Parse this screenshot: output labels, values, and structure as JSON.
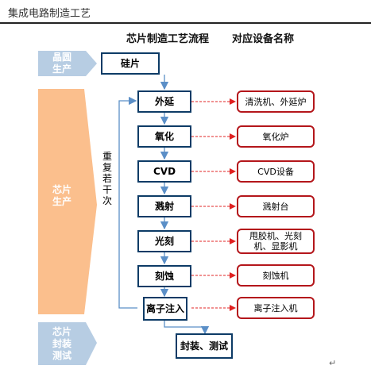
{
  "document": {
    "title": "集成电路制造工艺",
    "end_mark": "↵"
  },
  "headers": {
    "process": "芯片制造工艺流程",
    "equipment": "对应设备名称"
  },
  "stages": [
    {
      "id": "wafer",
      "lines": [
        "晶圆",
        "生产"
      ]
    },
    {
      "id": "chip",
      "lines": [
        "芯片",
        "生产"
      ]
    },
    {
      "id": "package",
      "lines": [
        "芯片",
        "封装",
        "测试"
      ]
    }
  ],
  "process_steps": [
    {
      "id": "silicon",
      "label": "硅片"
    },
    {
      "id": "epitaxy",
      "label": "外延",
      "equipment": "清洗机、外延炉"
    },
    {
      "id": "oxidation",
      "label": "氧化",
      "equipment": "氧化炉"
    },
    {
      "id": "cvd",
      "label": "CVD",
      "equipment": "CVD设备"
    },
    {
      "id": "sputtering",
      "label": "溅射",
      "equipment": "溅射台"
    },
    {
      "id": "lithography",
      "label": "光刻",
      "equipment": "甩胶机、光刻机、显影机"
    },
    {
      "id": "etching",
      "label": "刻蚀",
      "equipment": "刻蚀机"
    },
    {
      "id": "implant",
      "label": "离子注入",
      "equipment": "离子注入机"
    },
    {
      "id": "package",
      "label": "封装、测试"
    }
  ],
  "loop_label": "重复若干次",
  "colors": {
    "stage": "#fbbf8d",
    "stage_blue": "#b7cde3",
    "step_border": "#0d3b66",
    "equip_border": "#b4161b",
    "arrow": "#5b8fc7",
    "dashed": "#e02020"
  }
}
